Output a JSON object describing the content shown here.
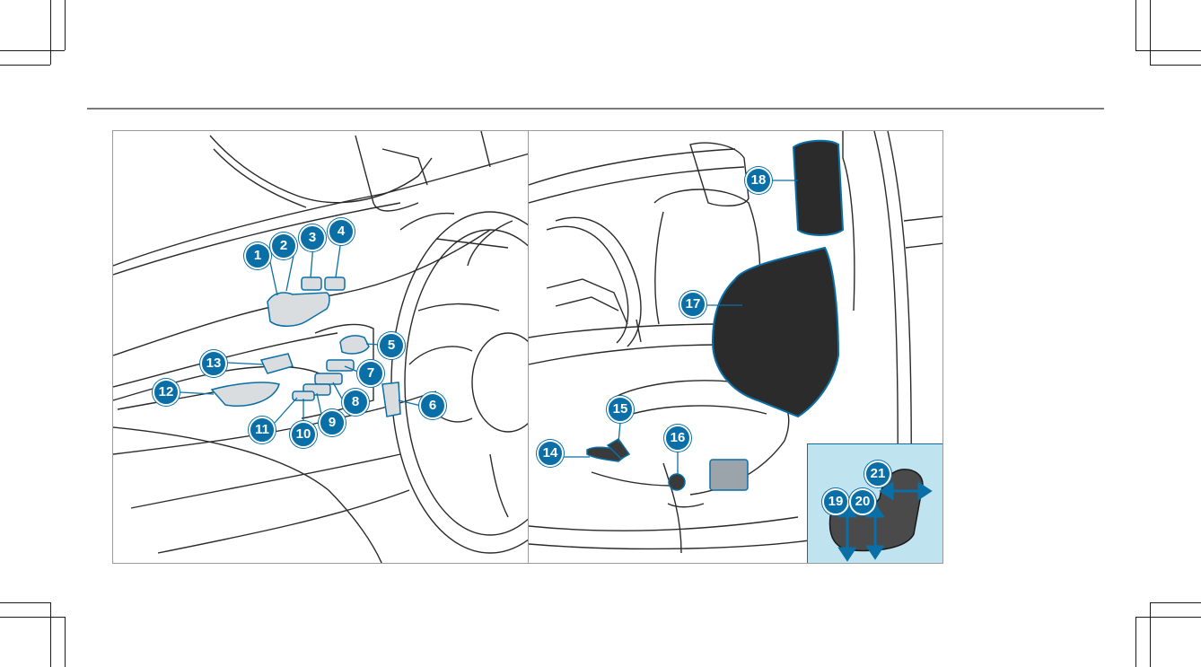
{
  "colors": {
    "accent": "#0a6fa6",
    "inset_bg": "#bfe3ef",
    "line": "#2a2a2a",
    "seat": "#2b2b2b"
  },
  "left_panel": {
    "callouts": [
      "1",
      "2",
      "3",
      "4",
      "5",
      "6",
      "7",
      "8",
      "9",
      "10",
      "11",
      "12",
      "13"
    ]
  },
  "right_panel": {
    "callouts": [
      "14",
      "15",
      "16",
      "17",
      "18"
    ],
    "inset_callouts": [
      "19",
      "20",
      "21"
    ]
  }
}
